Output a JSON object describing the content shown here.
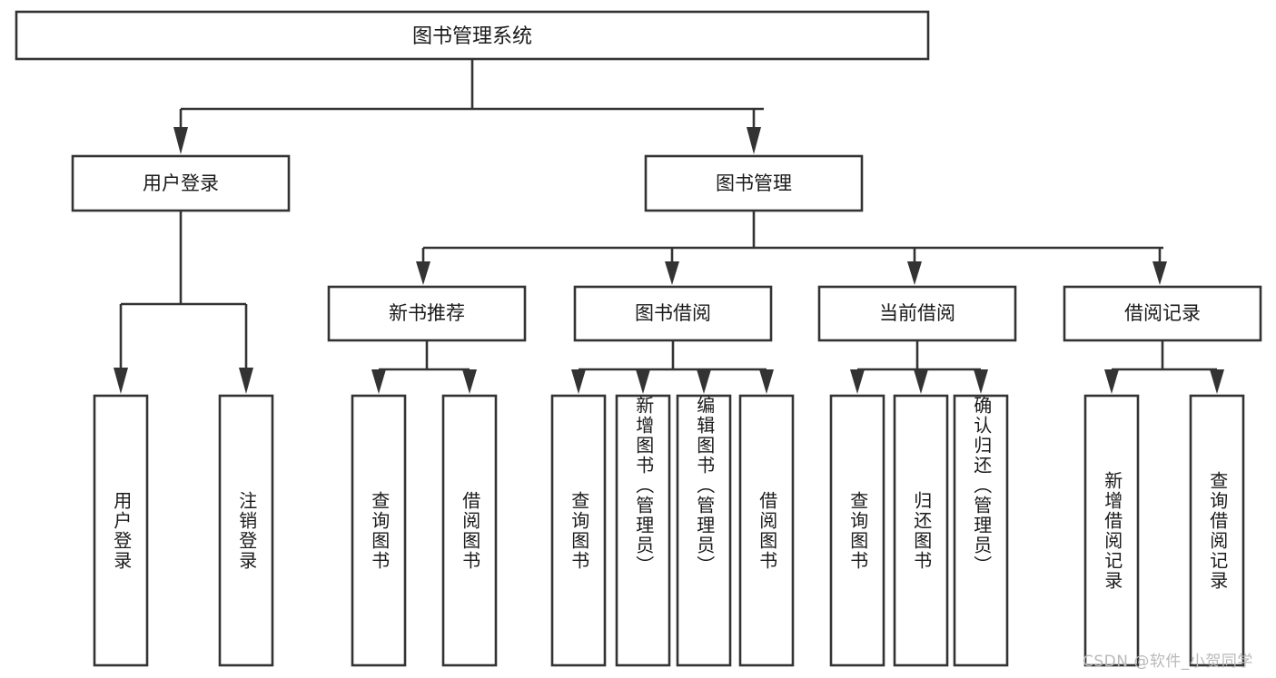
{
  "diagram": {
    "title": "图书管理系统",
    "type": "tree-hierarchy",
    "background_color": "#ffffff",
    "line_color": "#333333",
    "box_fill": "#ffffff",
    "text_color": "#1a1a1a"
  },
  "root": {
    "label": "图书管理系统"
  },
  "level2": [
    {
      "label": "用户登录"
    },
    {
      "label": "图书管理"
    }
  ],
  "level3": [
    {
      "label": "新书推荐"
    },
    {
      "label": "图书借阅"
    },
    {
      "label": "当前借阅"
    },
    {
      "label": "借阅记录"
    }
  ],
  "leaves": {
    "user_login": [
      {
        "label": "用户登录"
      },
      {
        "label": "注销登录"
      }
    ],
    "new_book_recommend": [
      {
        "label": "查询图书"
      },
      {
        "label": "借阅图书"
      }
    ],
    "book_borrow": [
      {
        "label": "查询图书"
      },
      {
        "label": "新增图书（管理员）"
      },
      {
        "label": "编辑图书（管理员）"
      },
      {
        "label": "借阅图书"
      }
    ],
    "current_borrow": [
      {
        "label": "查询图书"
      },
      {
        "label": "归还图书"
      },
      {
        "label": "确认归还（管理员）"
      }
    ],
    "borrow_record": [
      {
        "label": "新增借阅记录"
      },
      {
        "label": "查询借阅记录"
      }
    ]
  },
  "watermark": {
    "text": "CSDN @软件_小贺同学"
  }
}
